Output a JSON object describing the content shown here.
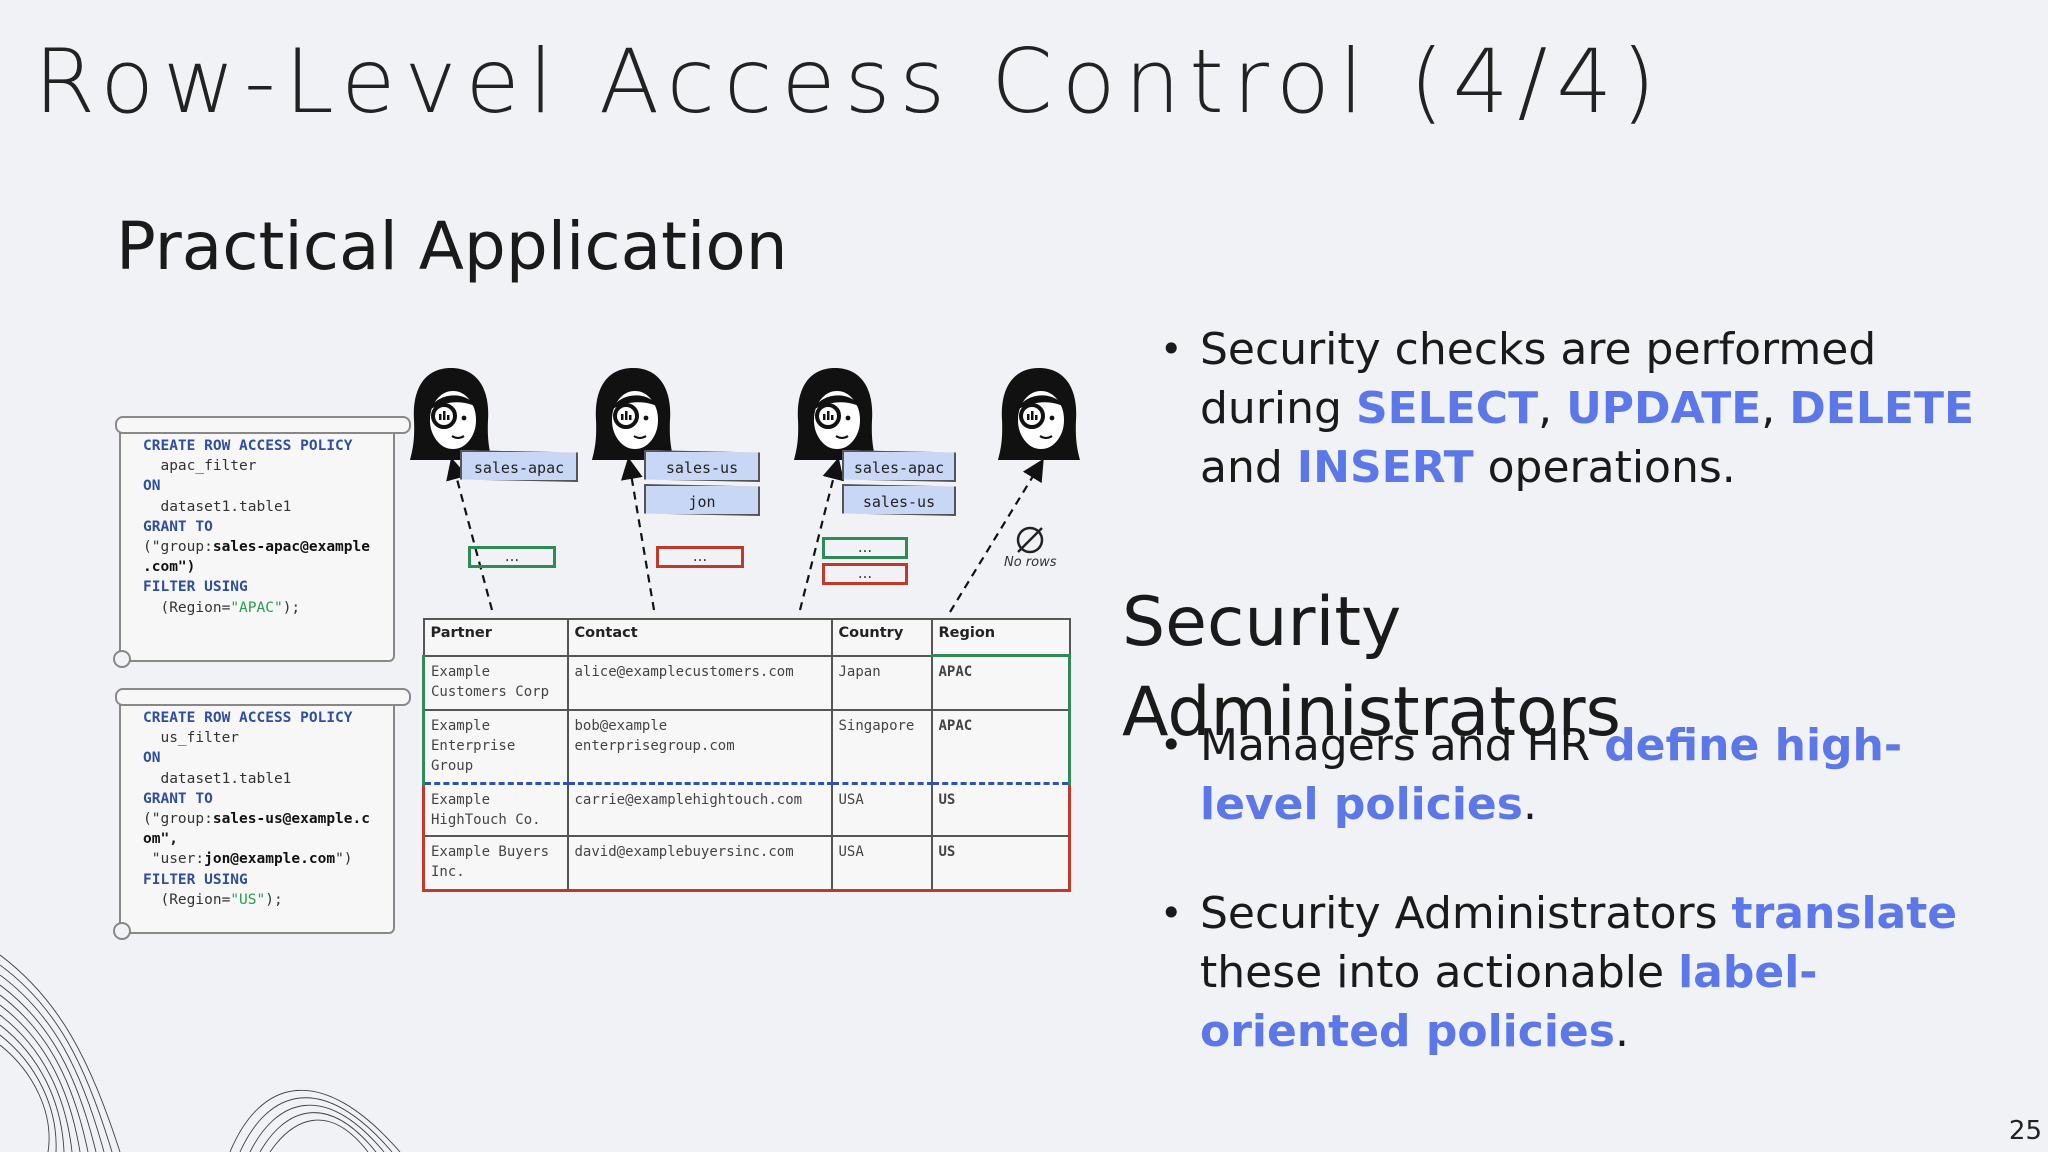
{
  "slide": {
    "title": "Row-Level Access Control (4/4)",
    "subtitle": "Practical Application",
    "page_number": "25",
    "accent_color": "#5b77e8"
  },
  "bullets": {
    "b1": {
      "pre": "Security checks are performed during ",
      "select": "SELECT",
      "sep1": ", ",
      "update": "UPDATE",
      "sep2": ", ",
      "delete": "DELETE",
      "and": " and ",
      "insert": "INSERT",
      "post": " operations."
    },
    "heading": "Security Administrators",
    "b2": {
      "pre": "Managers and HR ",
      "hl": "define high-level policies",
      "post": "."
    },
    "b3": {
      "pre": "Security Administrators ",
      "hl1": "translate",
      "mid": " these into actionable ",
      "hl2": "label-oriented policies",
      "post": "."
    }
  },
  "diagram": {
    "policies": [
      {
        "l1": "CREATE ROW ACCESS POLICY",
        "l2": "  apac_filter",
        "l3": "ON",
        "l4": "  dataset1.table1",
        "l5": "GRANT TO",
        "l6a": "(\"group:",
        "l6b": "sales-apac@example",
        "l7": ".com\")",
        "l8": "FILTER USING",
        "l9a": "  (Region=",
        "l9b": "\"APAC\"",
        "l9c": ");"
      },
      {
        "l1": "CREATE ROW ACCESS POLICY",
        "l2": "  us_filter",
        "l3": "ON",
        "l4": "  dataset1.table1",
        "l5": "GRANT TO",
        "l6a": "(\"group:",
        "l6b": "sales-us@example.c",
        "l7": "om\",",
        "l8a": " \"user:",
        "l8b": "jon@example.com",
        "l8c": "\")",
        "l9": "FILTER USING",
        "l10a": "  (Region=",
        "l10b": "\"US\"",
        "l10c": ");"
      }
    ],
    "tags": [
      "sales-apac",
      "sales-us",
      "jon",
      "sales-apac",
      "sales-us"
    ],
    "ellipsis": "...",
    "no_rows": "No rows",
    "table": {
      "headers": [
        "Partner",
        "Contact",
        "Country",
        "Region"
      ],
      "rows": [
        {
          "partner": "Example\nCustomers Corp",
          "contact": "alice@examplecustomers.com",
          "country": "Japan",
          "region": "APAC"
        },
        {
          "partner": "Example\nEnterprise\nGroup",
          "contact": "bob@example\nenterprisegroup.com",
          "country": "Singapore",
          "region": "APAC"
        },
        {
          "partner": "Example\nHighTouch Co.",
          "contact": "carrie@examplehightouch.com",
          "country": "USA",
          "region": "US"
        },
        {
          "partner": "Example Buyers\nInc.",
          "contact": "david@examplebuyersinc.com",
          "country": "USA",
          "region": "US"
        }
      ]
    }
  }
}
